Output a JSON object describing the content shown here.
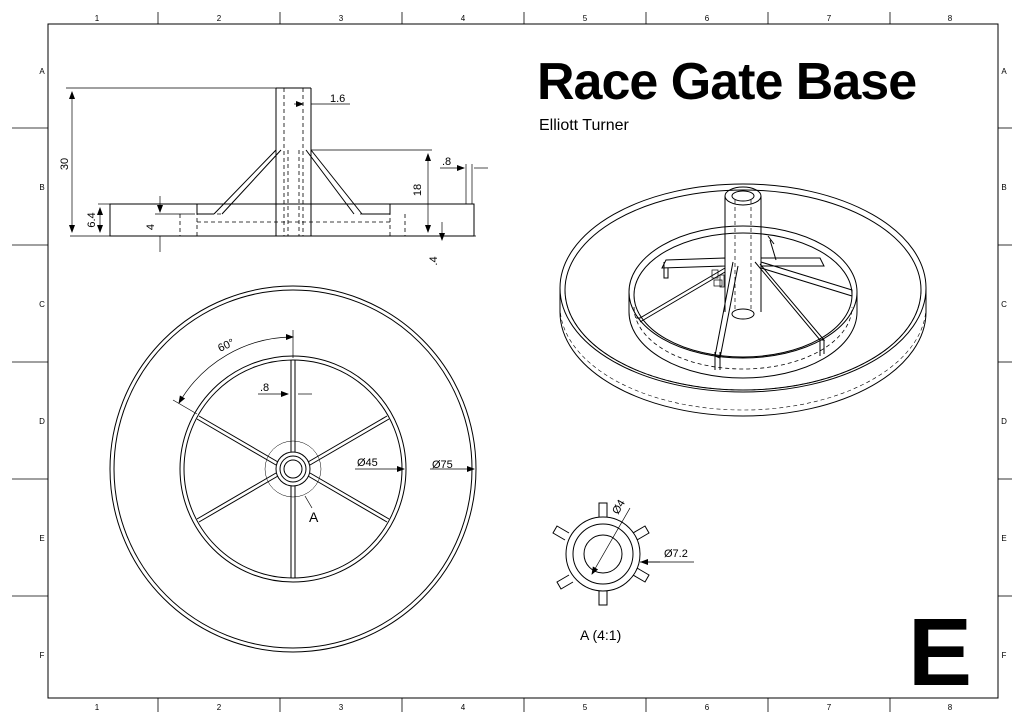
{
  "title": "Race Gate Base",
  "author": "Elliott Turner",
  "sheet_letter": "E",
  "frame": {
    "columns": [
      "1",
      "2",
      "3",
      "4",
      "5",
      "6",
      "7",
      "8"
    ],
    "rows": [
      "A",
      "B",
      "C",
      "D",
      "E",
      "F"
    ]
  },
  "side_view": {
    "dim_height_total": "30",
    "dim_base_height": "6.4",
    "dim_recess": "4",
    "dim_tube_wall": "1.6",
    "dim_rib_height": "18",
    "dim_rib_thickness": ".8",
    "dim_floor": ".4"
  },
  "top_view": {
    "dim_angle": "60°",
    "dim_rib_width": ".8",
    "dim_inner_ring": "Ø45",
    "dim_outer": "Ø75",
    "detail_callout": "A"
  },
  "detail_view": {
    "dim_bore": "Ø4",
    "dim_tube": "Ø7.2",
    "label": "A (4:1)"
  }
}
